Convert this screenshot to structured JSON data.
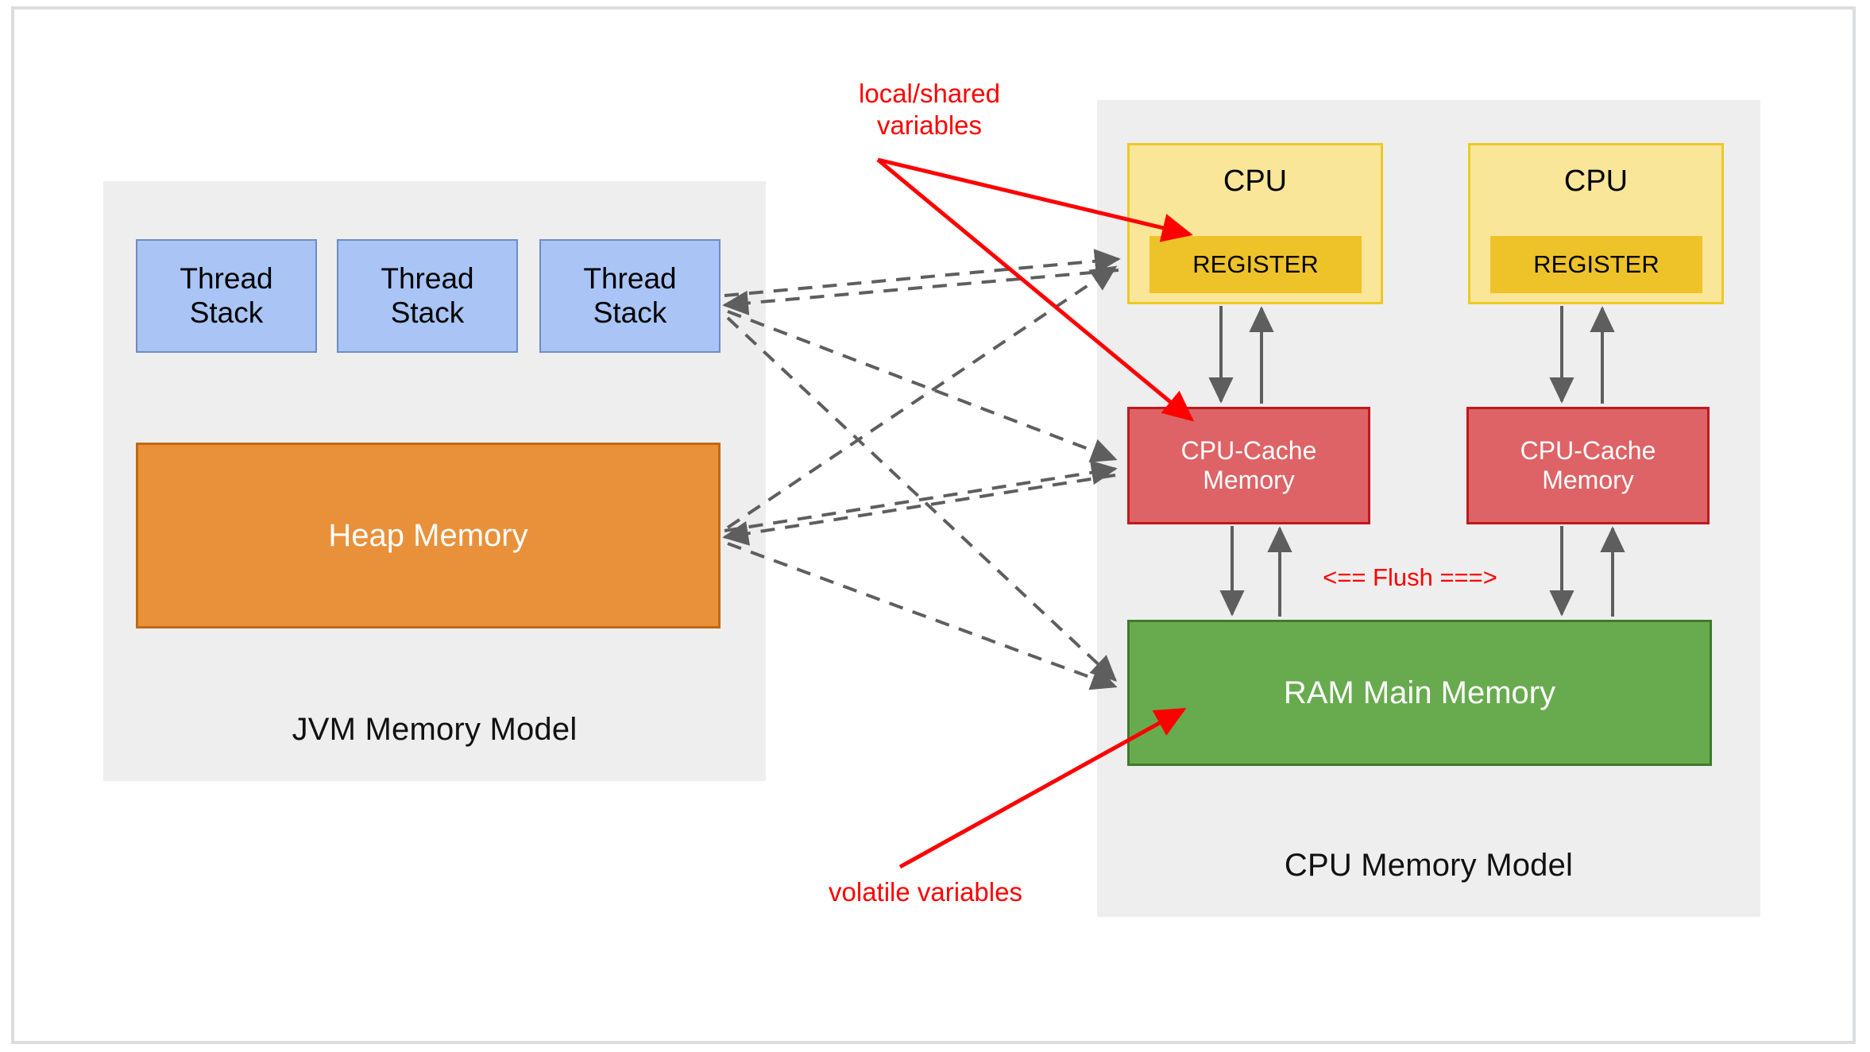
{
  "diagram": {
    "title": "JVM Memory Model and CPU Memory Model",
    "colors": {
      "thread_stack_fill": "#a9c4f5",
      "thread_stack_border": "#6c8ebf",
      "heap_fill": "#e8913a",
      "heap_border": "#bf6a12",
      "cpu_fill": "#fae699",
      "cpu_border": "#eec923",
      "register_fill": "#eec32a",
      "cache_fill": "#dd6366",
      "cache_border": "#c0191c",
      "ram_fill": "#68ab4f",
      "ram_border": "#3d7a2a",
      "panel_bg": "#eeeeee",
      "annotation_red": "#ff0000",
      "edge_gray": "#5e5e5e"
    }
  },
  "jvm": {
    "title": "JVM Memory Model",
    "thread_stacks": [
      {
        "label": "Thread\nStack"
      },
      {
        "label": "Thread\nStack"
      },
      {
        "label": "Thread\nStack"
      }
    ],
    "heap": {
      "label": "Heap Memory"
    }
  },
  "cpu": {
    "title": "CPU Memory Model",
    "cores": [
      {
        "label": "CPU",
        "register": "REGISTER",
        "cache": "CPU-Cache\nMemory"
      },
      {
        "label": "CPU",
        "register": "REGISTER",
        "cache": "CPU-Cache\nMemory"
      }
    ],
    "ram": {
      "label": "RAM Main Memory"
    }
  },
  "annotations": {
    "local_shared": "local/shared\nvariables",
    "volatile": "volatile variables",
    "flush": "<== Flush ===>"
  }
}
